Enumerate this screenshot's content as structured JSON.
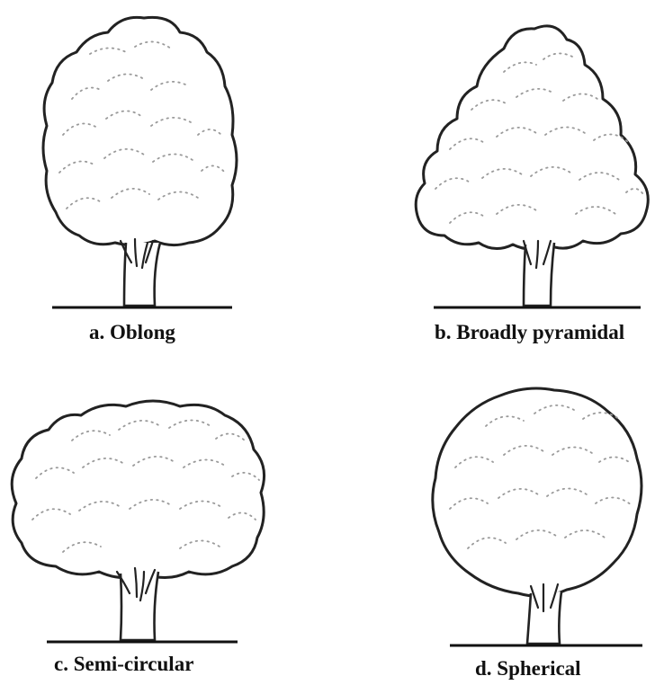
{
  "figure": {
    "trees": [
      {
        "id": "oblong",
        "caption": "a. Oblong"
      },
      {
        "id": "broadly-pyramidal",
        "caption": "b. Broadly pyramidal"
      },
      {
        "id": "semi-circular",
        "caption": "c. Semi-circular"
      },
      {
        "id": "spherical",
        "caption": "d. Spherical"
      }
    ]
  }
}
